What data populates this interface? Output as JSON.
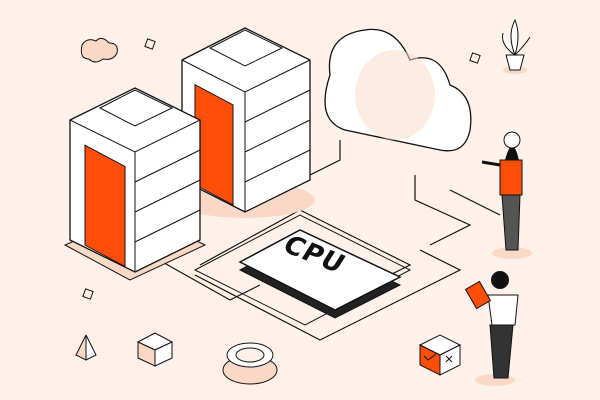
{
  "illustration": {
    "subject": "isometric cloud computing / data center scene",
    "chip": {
      "label": "CPU"
    },
    "elements": [
      "server-rack-left",
      "server-rack-right",
      "cloud",
      "cpu-chip",
      "woman-figure",
      "man-with-tablet",
      "plant-pot",
      "checkbox-cube",
      "pyramid",
      "cube",
      "ring",
      "small-cloud"
    ],
    "colors": {
      "background": "#fdf1ea",
      "accent": "#ff4d0a",
      "peach": "#f9d9c6",
      "outline": "#111111",
      "white": "#ffffff"
    }
  }
}
